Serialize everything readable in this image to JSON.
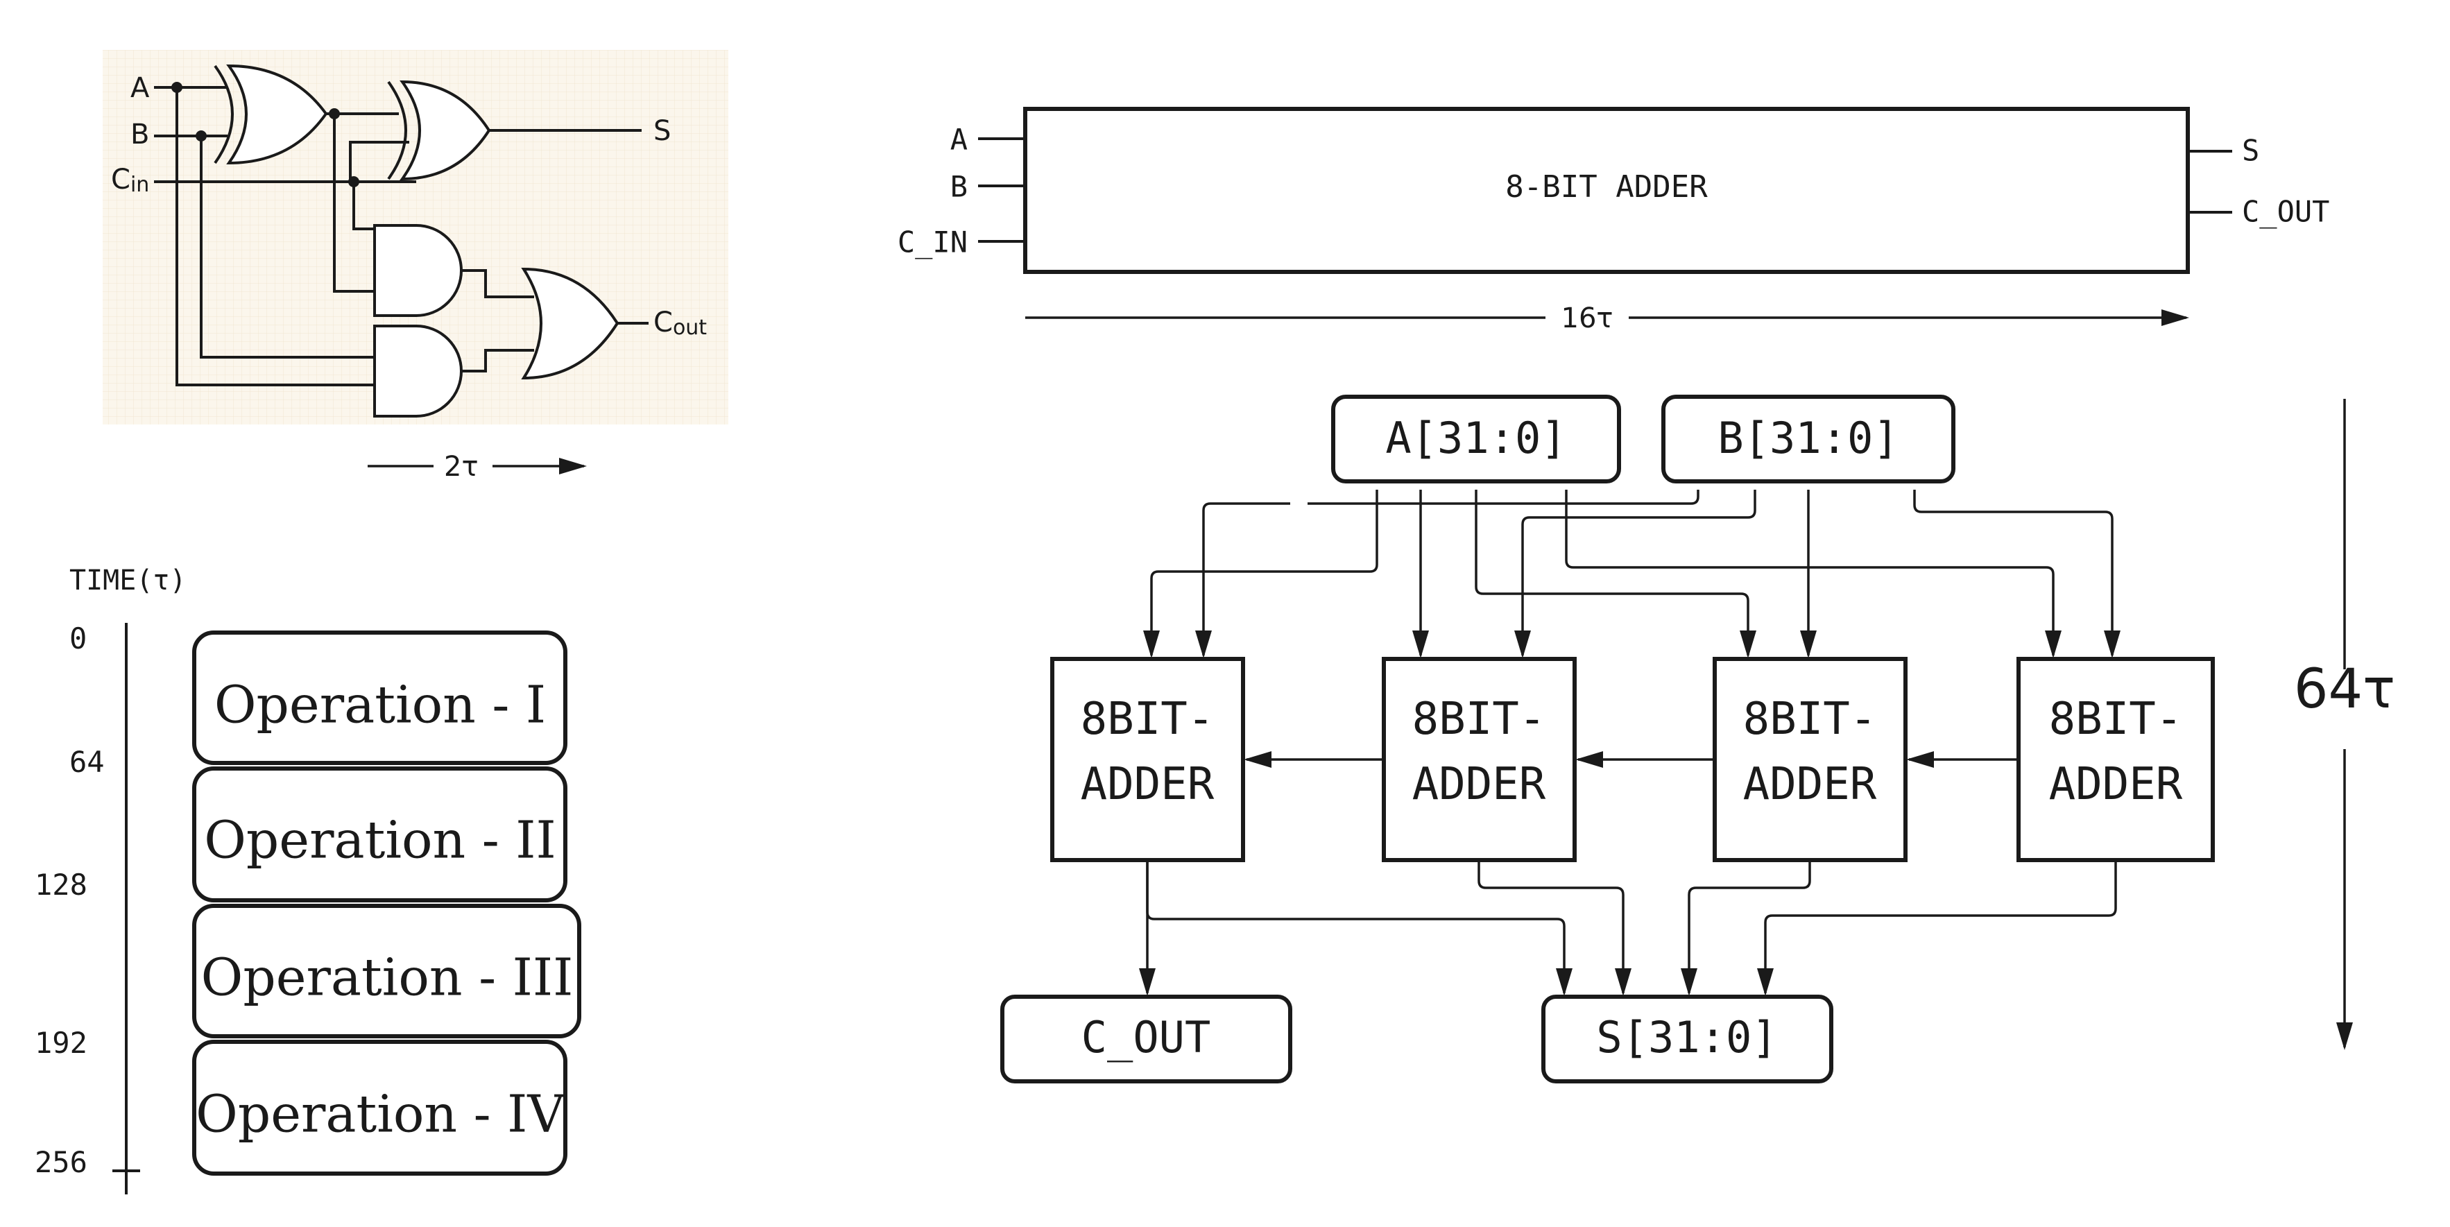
{
  "full_adder": {
    "input_a": "A",
    "input_b": "B",
    "input_cin": "C",
    "input_cin_sub": "in",
    "output_s": "S",
    "output_cout": "C",
    "output_cout_sub": "out",
    "delay": "2τ"
  },
  "adder8": {
    "title": "8-BIT ADDER",
    "input_a": "A",
    "input_b": "B",
    "input_cin": "C_IN",
    "output_s": "S",
    "output_cout": "C_OUT",
    "delay": "16τ"
  },
  "timeline": {
    "label": "TIME(τ)",
    "ticks": [
      "0",
      "64",
      "128",
      "192",
      "256"
    ],
    "operations": [
      "Operation - I",
      "Operation - II",
      "Operation - III",
      "Operation - IV"
    ]
  },
  "ripple": {
    "input_a": "A[31:0]",
    "input_b": "B[31:0]",
    "block_line1": "8BIT-",
    "block_line2": "ADDER",
    "output_cout": "C_OUT",
    "output_s": "S[31:0]",
    "delay": "64τ"
  }
}
